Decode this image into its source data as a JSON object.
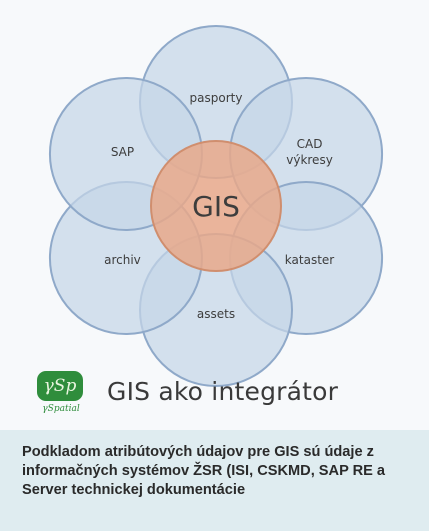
{
  "diagram": {
    "center": "GIS",
    "petals": [
      {
        "id": "pasporty",
        "label_lines": [
          "pasporty"
        ]
      },
      {
        "id": "cad",
        "label_lines": [
          "CAD",
          "výkresy"
        ]
      },
      {
        "id": "kataster",
        "label_lines": [
          "kataster"
        ]
      },
      {
        "id": "assets",
        "label_lines": [
          "assets"
        ]
      },
      {
        "id": "archiv",
        "label_lines": [
          "archiv"
        ]
      },
      {
        "id": "sap",
        "label_lines": [
          "SAP"
        ]
      }
    ],
    "title": "GIS ako integrátor",
    "colors": {
      "petal_fill": "#c5d6e8",
      "petal_stroke": "#8fa9c9",
      "center_fill": "#e8a88a",
      "center_stroke": "#d08e6e",
      "petal_text": "#3d3d3d",
      "center_text": "#3d3d3d"
    }
  },
  "logo": {
    "badge_text": "γSp",
    "text": "γSpatial",
    "color": "#2f8d3c"
  },
  "caption": {
    "text": "Podkladom atribútových údajov pre GIS sú údaje z informačných systémov ŽSR (ISI, CSKMD, SAP RE a Server technickej dokumentácie",
    "background": "#dfecf0"
  }
}
